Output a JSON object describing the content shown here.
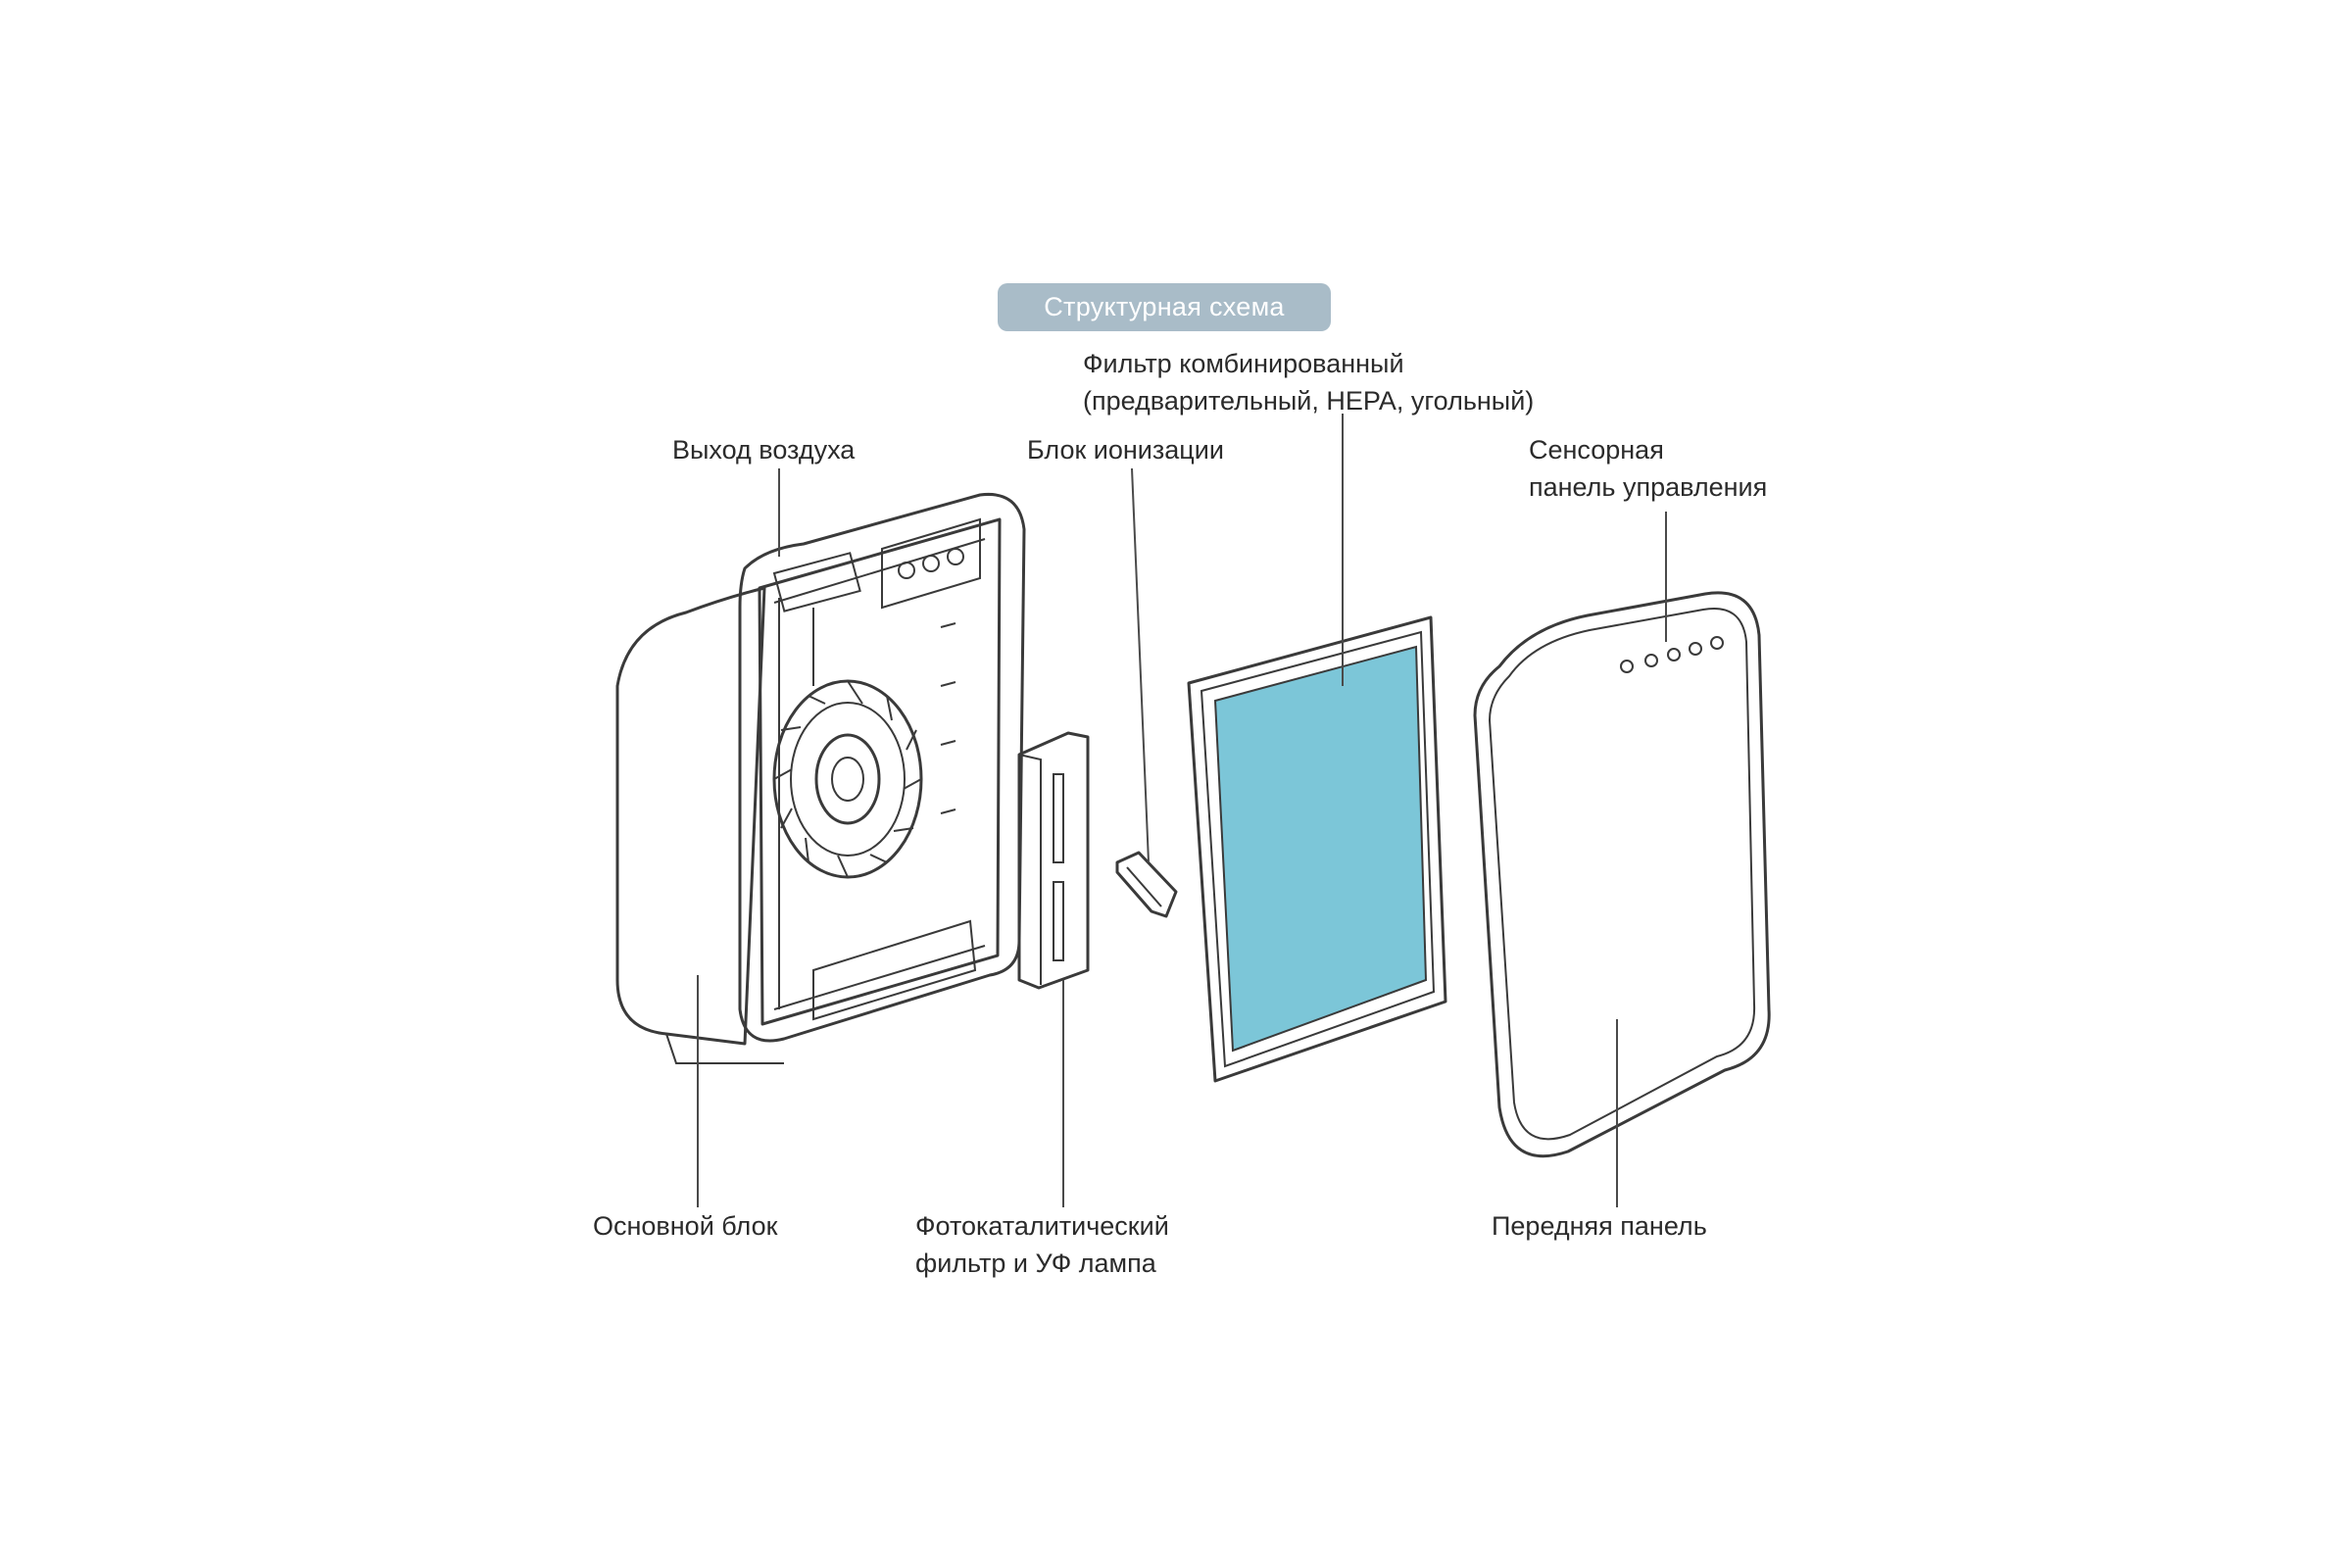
{
  "diagram": {
    "title": "Структурная схема",
    "colors": {
      "title_badge": "#a9bcc8",
      "filter_media": "#7cc6d8",
      "outline": "#3a3a3a"
    },
    "labels": {
      "air_outlet": "Выход воздуха",
      "ionization_unit": "Блок ионизации",
      "combined_filter": [
        "Фильтр комбинированный",
        "(предварительный, HEPA, угольный)"
      ],
      "touch_panel": [
        "Сенсорная",
        "панель управления"
      ],
      "main_unit": "Основной блок",
      "photocatalytic_filter": [
        "Фотокаталитический",
        "фильтр и УФ лампа"
      ],
      "front_panel": "Передняя панель"
    },
    "icons": [
      "main-unit-housing",
      "fan-impeller-icon",
      "photocatalytic-module",
      "ionizer-module",
      "combined-filter-frame",
      "front-panel-cover",
      "control-buttons-icon"
    ]
  }
}
